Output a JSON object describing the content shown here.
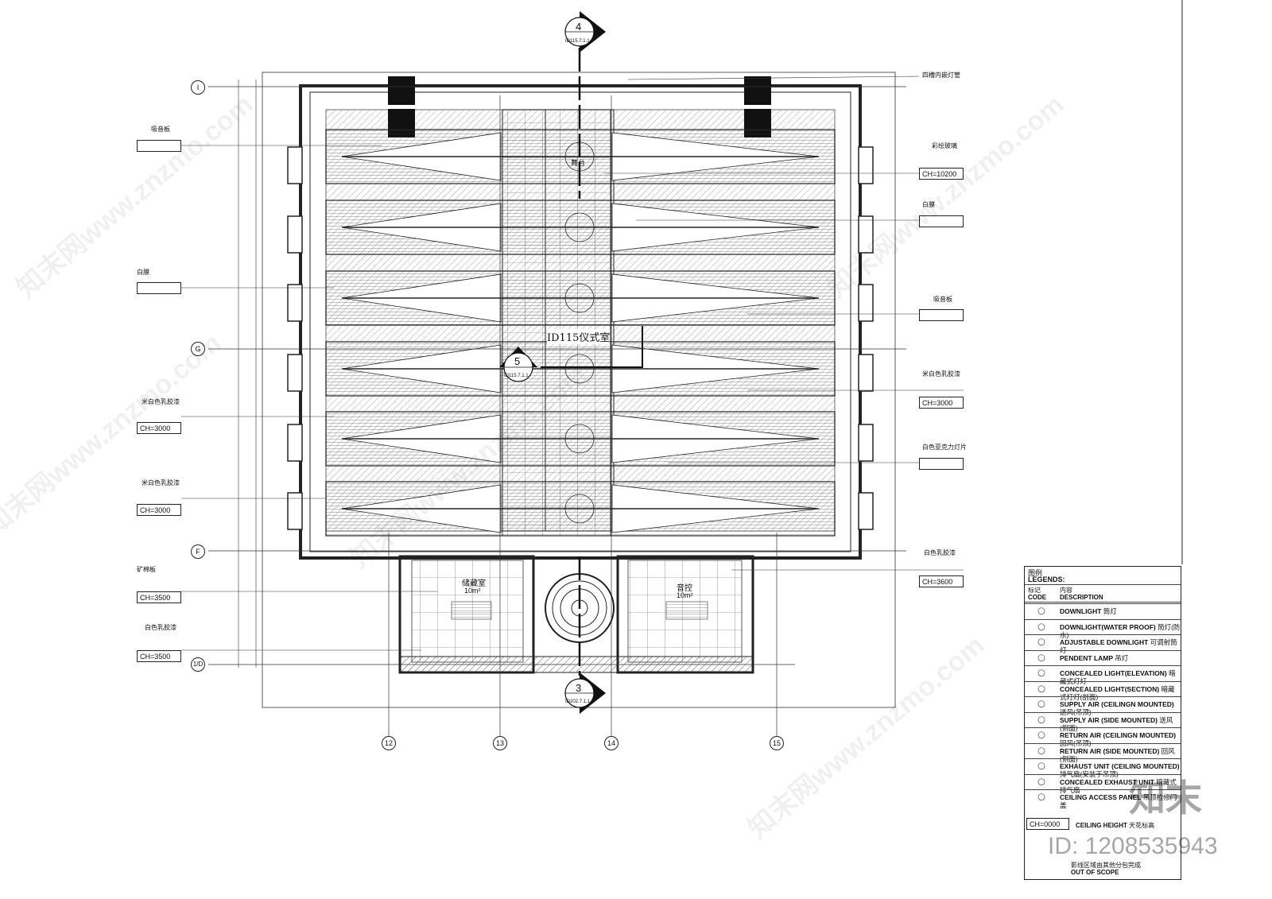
{
  "room": {
    "name": "ID115仪式室"
  },
  "sub_rooms": [
    {
      "name": "储藏室",
      "area": "10m²"
    },
    {
      "name": "音控",
      "area": "10m²"
    }
  ],
  "stage_label": "舞台",
  "section_marks": [
    {
      "num": "4",
      "ref": "ID115.7.1.1"
    },
    {
      "num": "5",
      "ref": "ID115.7.1.1"
    },
    {
      "num": "3",
      "ref": "ID202.7.1.1"
    }
  ],
  "axes_left": [
    "I",
    "G",
    "F",
    "1/D"
  ],
  "axes_bottom": [
    "12",
    "13",
    "14",
    "15"
  ],
  "left_notes": [
    {
      "text": "吸音板",
      "ch": ""
    },
    {
      "text": "白膜",
      "ch": ""
    },
    {
      "text": "米白色乳胶漆",
      "ch": "CH=3000"
    },
    {
      "text": "米白色乳胶漆",
      "ch": "CH=3000"
    },
    {
      "text": "矿棉板",
      "ch": "CH=3500"
    },
    {
      "text": "白色乳胶漆",
      "ch": "CH=3500"
    }
  ],
  "right_notes": [
    {
      "text": "四槽内嵌灯管",
      "ch": ""
    },
    {
      "text": "彩绘玻璃",
      "ch": "CH=10200"
    },
    {
      "text": "白膜",
      "ch": ""
    },
    {
      "text": "吸音板",
      "ch": ""
    },
    {
      "text": "米白色乳胶漆",
      "ch": "CH=3000"
    },
    {
      "text": "白色亚克力灯片",
      "ch": ""
    },
    {
      "text": "白色乳胶漆",
      "ch": "CH=3600"
    }
  ],
  "legend": {
    "title_cn": "图例",
    "title_en": "LEGENDS:",
    "col_code_cn": "标记",
    "col_code_en": "CODE",
    "col_desc_cn": "内容",
    "col_desc_en": "DESCRIPTION",
    "items": [
      {
        "en": "DOWNLIGHT",
        "cn": "筒灯"
      },
      {
        "en": "DOWNLIGHT(WATER PROOF)",
        "cn": "筒灯(防水)"
      },
      {
        "en": "ADJUSTABLE DOWNLIGHT",
        "cn": "可调射筒灯"
      },
      {
        "en": "PENDENT LAMP",
        "cn": "吊灯"
      },
      {
        "en": "CONCEALED LIGHT(ELEVATION)",
        "cn": "暗藏式灯灯"
      },
      {
        "en": "CONCEALED LIGHT(SECTION)",
        "cn": "暗藏式灯灯(剖面)"
      },
      {
        "en": "SUPPLY AIR (CEILINGN MOUNTED)",
        "cn": "送风(吊顶)"
      },
      {
        "en": "SUPPLY AIR (SIDE MOUNTED)",
        "cn": "送风(侧面)"
      },
      {
        "en": "RETURN AIR (CEILINGN MOUNTED)",
        "cn": "回风(吊顶)"
      },
      {
        "en": "RETURN AIR (SIDE MOUNTED)",
        "cn": "回风(侧面)"
      },
      {
        "en": "EXHAUST UNIT (CEILING MOUNTED)",
        "cn": "排气扇(安装于吊顶)"
      },
      {
        "en": "CONCEALED EXHAUST UNIT",
        "cn": "暗藏式排气扇"
      },
      {
        "en": "CEILING ACCESS PANEL",
        "cn": "吊顶检修门盖"
      },
      {
        "en": "CEILING HEIGHT",
        "cn": "天花标高"
      }
    ],
    "ch_code": "CH=0000",
    "out_scope_cn": "影线区域由其他分包完成",
    "out_scope_en": "OUT OF SCOPE"
  },
  "watermark": {
    "site": "知末网www.znzmo.com",
    "brand": "知末",
    "id": "ID: 1208535943"
  }
}
